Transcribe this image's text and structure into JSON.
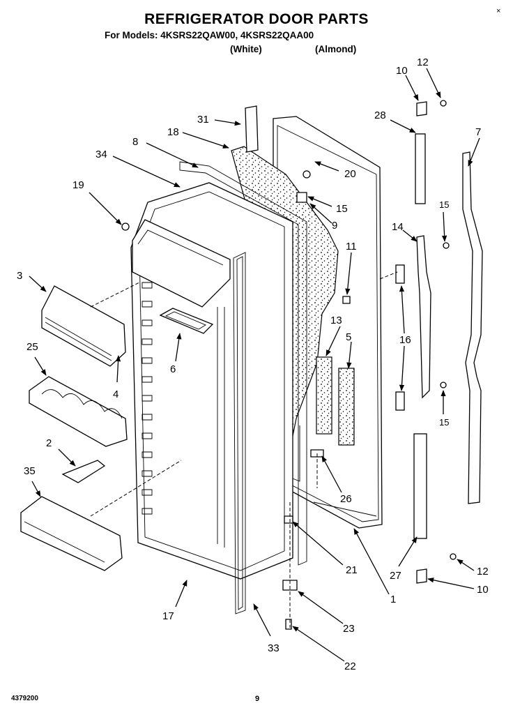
{
  "header": {
    "title": "REFRIGERATOR DOOR PARTS",
    "models": "For Models: 4KSRS22QAW00, 4KSRS22QAA00",
    "variant_white": "(White)",
    "variant_almond": "(Almond)"
  },
  "corner_mark": "×",
  "footer": {
    "doc_number": "4379200",
    "page_number": "9"
  },
  "callouts": {
    "c1": "1",
    "c2": "2",
    "c3": "3",
    "c4": "4",
    "c5": "5",
    "c6": "6",
    "c7": "7",
    "c8": "8",
    "c9": "9",
    "c10a": "10",
    "c10b": "10",
    "c11": "11",
    "c12a": "12",
    "c12b": "12",
    "c13": "13",
    "c14": "14",
    "c15a": "15",
    "c15b": "15",
    "c15c": "15",
    "c16": "16",
    "c17": "17",
    "c18": "18",
    "c19": "19",
    "c20": "20",
    "c21": "21",
    "c22": "22",
    "c23": "23",
    "c25": "25",
    "c26": "26",
    "c27": "27",
    "c28": "28",
    "c31": "31",
    "c33": "33",
    "c34": "34",
    "c35": "35"
  }
}
